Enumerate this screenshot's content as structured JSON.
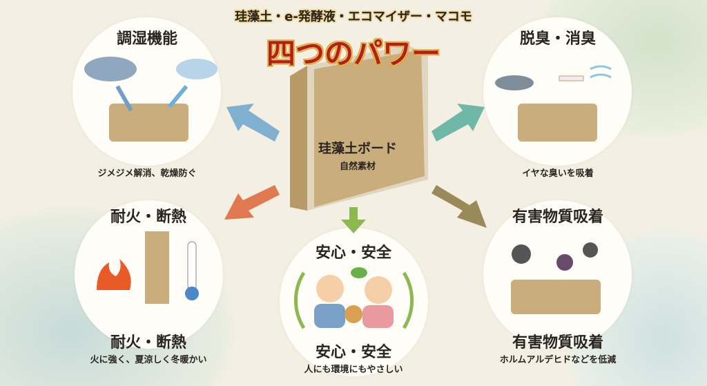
{
  "header": {
    "subtitle": "珪藻土・e-発酵液・エコマイザー・マコモ",
    "title": "四つのパワー"
  },
  "center": {
    "label": "珪藻土ボード",
    "sub": "自然素材"
  },
  "features": [
    {
      "title": "調湿機能",
      "desc": "ジメジメ解消、乾燥防ぐ"
    },
    {
      "title": "脱臭・消臭",
      "desc": "イヤな臭いを吸着"
    },
    {
      "title": "耐火・断熱",
      "title2": "耐火・断熱",
      "desc": "火に強く、夏涼しく冬暖かい"
    },
    {
      "title": "有害物質吸着",
      "title2": "有害物質吸着",
      "desc": "ホルムアルデヒドなどを低減"
    },
    {
      "title": "安心・安全",
      "title2": "安心・安全",
      "desc": "人にも環境にもやさしい"
    }
  ],
  "colors": {
    "title": "#b3201a",
    "board": "#c8a878",
    "arrow_blue": "#7fb0cf",
    "arrow_teal": "#6fb8a8",
    "arrow_orange": "#e07850",
    "arrow_green": "#8cb850",
    "arrow_olive": "#9a8a5a"
  }
}
